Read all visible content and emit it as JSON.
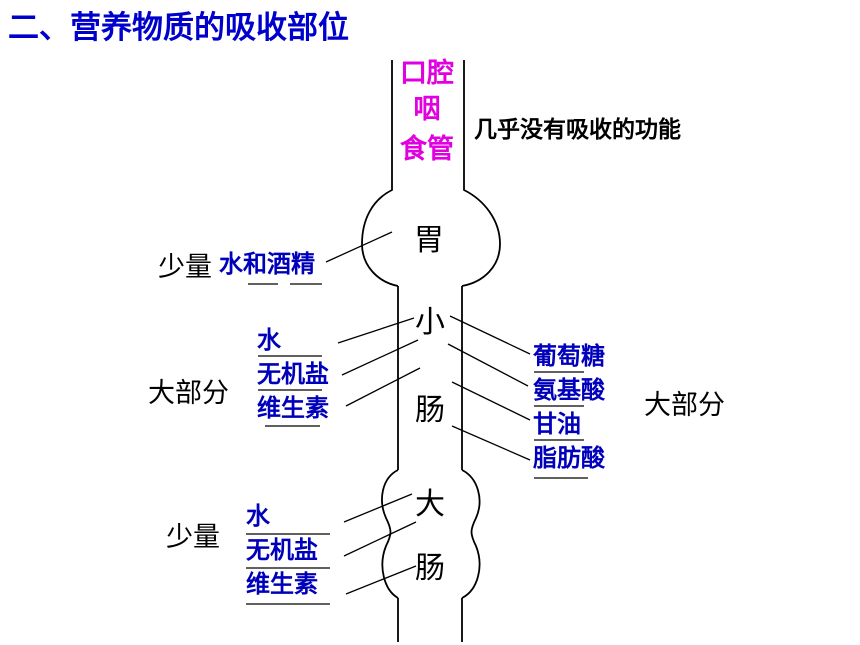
{
  "title": "二、营养物质的吸收部位",
  "colors": {
    "title": "#0000cc",
    "upper_organs": "#e000e0",
    "nutrients": "#0000bb",
    "text": "#000000"
  },
  "upper_organs": [
    "口腔",
    "咽",
    "食管"
  ],
  "upper_note": "几乎没有吸收的功能",
  "stomach": {
    "label": "胃",
    "amount": "少量",
    "nutrients": [
      "水和酒精"
    ]
  },
  "small_intestine": {
    "label": [
      "小",
      "肠"
    ],
    "left_amount": "大部分",
    "left_nutrients": [
      "水",
      "无机盐",
      "维生素"
    ],
    "right_amount": "大部分",
    "right_nutrients": [
      "葡萄糖",
      "氨基酸",
      "甘油",
      "脂肪酸"
    ]
  },
  "large_intestine": {
    "label": [
      "大",
      "肠"
    ],
    "amount": "少量",
    "nutrients": [
      "水",
      "无机盐",
      "维生素"
    ]
  }
}
